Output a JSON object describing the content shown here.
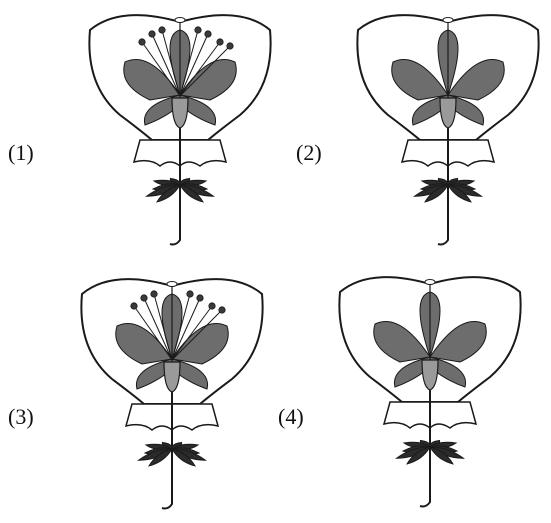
{
  "diagram": {
    "panels": [
      {
        "label": "(1)",
        "stamens": true,
        "anther_color": "#3a3a3a"
      },
      {
        "label": "(2)",
        "stamens": false,
        "anther_color": "#3a3a3a"
      },
      {
        "label": "(3)",
        "stamens": true,
        "anther_color": "#3a3a3a"
      },
      {
        "label": "(4)",
        "stamens": false,
        "anther_color": "#3a3a3a"
      }
    ],
    "colors": {
      "line": "#1a1a1a",
      "petal": "#6d6d6d",
      "leaf": "#2b2b2b",
      "bag": "#ffffff"
    }
  }
}
